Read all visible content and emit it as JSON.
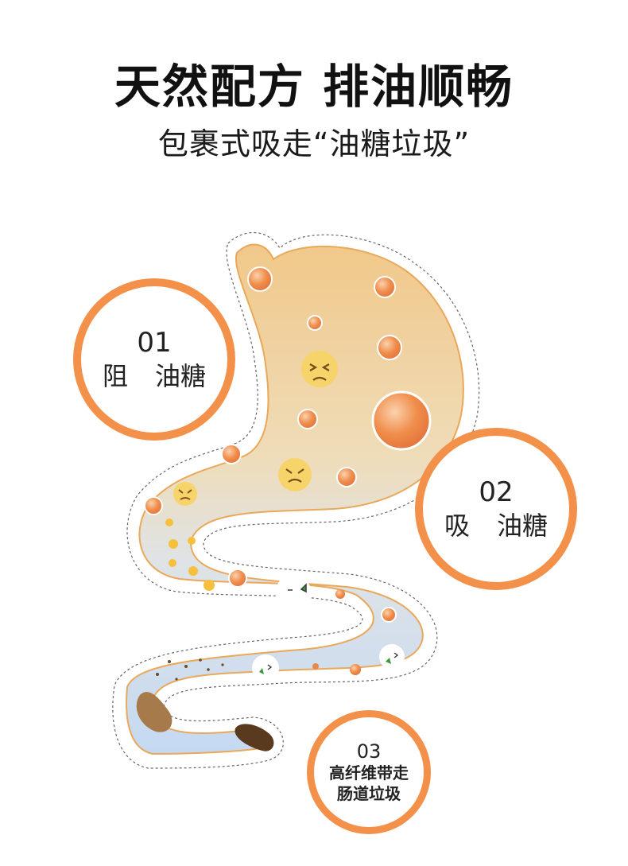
{
  "header": {
    "title": "天然配方 排油顺畅",
    "subtitle": "包裹式吸走“油糖垃圾”"
  },
  "badges": [
    {
      "number": "01",
      "label_a": "阻",
      "label_b": "油糖"
    },
    {
      "number": "02",
      "label_a": "吸",
      "label_b": "油糖"
    },
    {
      "number": "03",
      "line1": "高纤维带走",
      "line2": "肠道垃圾"
    }
  ],
  "colors": {
    "accent": "#f3914a",
    "stomach_top": "#f1c787",
    "intestine_bottom": "#c8dcf2",
    "droplet": "#ef8a48",
    "waste": "#8a5a2b"
  }
}
